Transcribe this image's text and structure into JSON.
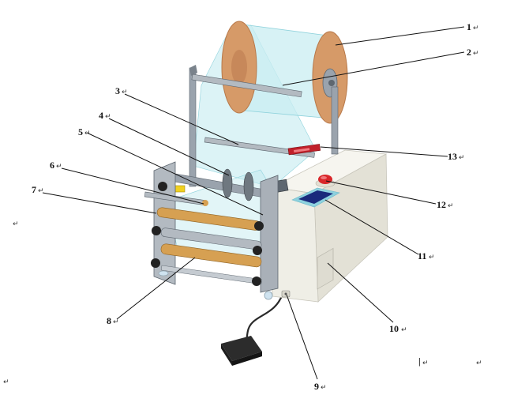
{
  "colors": {
    "background": "#ffffff",
    "film": "#bfe9ee",
    "film_edge": "#8fd2dc",
    "reel": "#d69a68",
    "reel_dark": "#b8794a",
    "frame": "#9aa3ad",
    "frame_dark": "#5e6770",
    "housing": "#efeee6",
    "housing_shade": "#d9d7cc",
    "roller_gold": "#d6a052",
    "stop_button": "#d9262a",
    "screen_frame": "#8dd1de",
    "screen": "#1a2a7c",
    "sensor": "#c0202a",
    "knob": "#222222",
    "pedal": "#2c2c2c",
    "accent_yellow": "#f0d020"
  },
  "icons": [
    "emergency-stop-icon",
    "touch-screen-icon",
    "foot-pedal-icon",
    "power-socket-icon"
  ],
  "callouts": [
    {
      "id": "c1",
      "label": "1"
    },
    {
      "id": "c2",
      "label": "2"
    },
    {
      "id": "c3",
      "label": "3"
    },
    {
      "id": "c4",
      "label": "4"
    },
    {
      "id": "c5",
      "label": "5"
    },
    {
      "id": "c6",
      "label": "6"
    },
    {
      "id": "c7",
      "label": "7"
    },
    {
      "id": "c8",
      "label": "8"
    },
    {
      "id": "c9",
      "label": "9"
    },
    {
      "id": "c10",
      "label": "10"
    },
    {
      "id": "c11",
      "label": "11"
    },
    {
      "id": "c12",
      "label": "12"
    },
    {
      "id": "c13",
      "label": "13"
    }
  ],
  "stray_marks": {
    "return_mark": "↵",
    "cursor_mark": "|"
  }
}
